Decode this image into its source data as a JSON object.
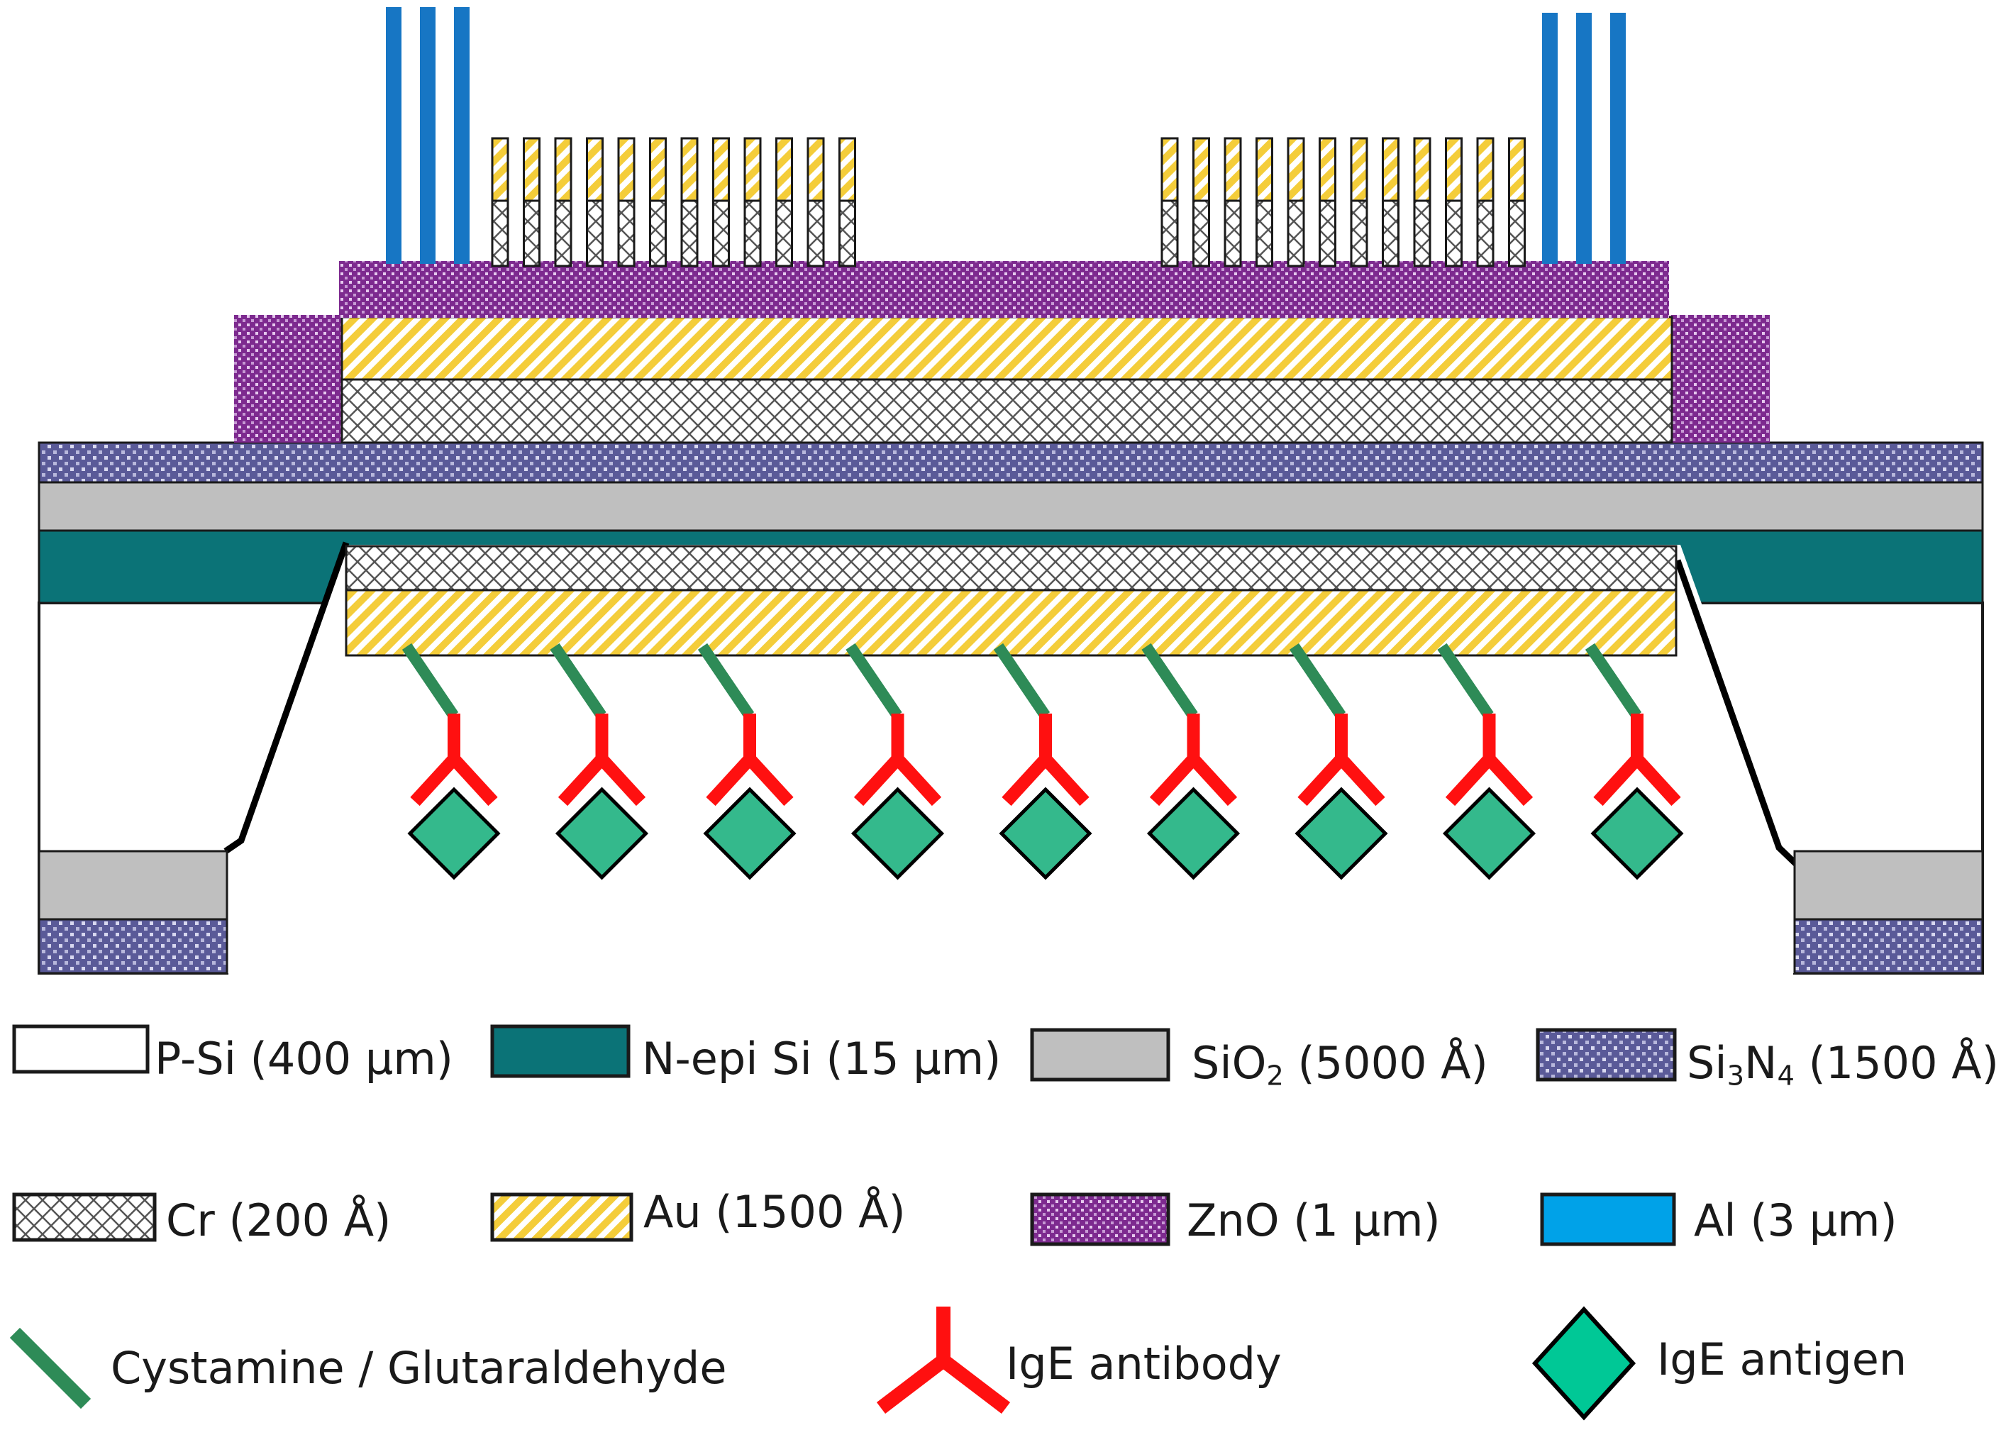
{
  "colors": {
    "p_si": "#ffffff",
    "n_epi_si": "#0b7377",
    "sio2": "#bfbfbf",
    "si3n4": "#5a5a98",
    "cr": "#ffffff",
    "au": "#f4cd3a",
    "zno": "#7d2a8f",
    "al": "#1776c4",
    "al_legend": "#00a2e8",
    "cystamine": "#2e8b57",
    "antibody": "#ff1010",
    "antigen": "#34b98c",
    "antigen_legend": "#00c896",
    "outline": "#1a1a1a"
  },
  "legend": {
    "p_si": {
      "pre": "P-Si (400 µm)",
      "sub1": "",
      "mid": "",
      "sub2": "",
      "post": ""
    },
    "n_epi": {
      "pre": "N-epi Si (15 µm)",
      "sub1": "",
      "mid": "",
      "sub2": "",
      "post": ""
    },
    "sio2": {
      "pre": "SiO",
      "sub1": "2",
      "mid": " (5000 Å)",
      "sub2": "",
      "post": ""
    },
    "si3n4": {
      "pre": "Si",
      "sub1": "3",
      "mid": "N",
      "sub2": "4",
      "post": " (1500 Å)"
    },
    "cr": {
      "pre": "Cr (200 Å)",
      "sub1": "",
      "mid": "",
      "sub2": "",
      "post": ""
    },
    "au": {
      "pre": "Au (1500 Å)",
      "sub1": "",
      "mid": "",
      "sub2": "",
      "post": ""
    },
    "zno": {
      "pre": "ZnO (1 µm)",
      "sub1": "",
      "mid": "",
      "sub2": "",
      "post": ""
    },
    "al": {
      "pre": "Al (3 µm)",
      "sub1": "",
      "mid": "",
      "sub2": "",
      "post": ""
    },
    "cystamine": {
      "pre": "Cystamine / Glutaraldehyde",
      "sub1": "",
      "mid": "",
      "sub2": "",
      "post": ""
    },
    "antibody": {
      "pre": "IgE antibody",
      "sub1": "",
      "mid": "",
      "sub2": "",
      "post": ""
    },
    "antigen": {
      "pre": "IgE antigen",
      "sub1": "",
      "mid": "",
      "sub2": "",
      "post": ""
    }
  },
  "idt_fingers_per_side": 12,
  "al_lines_per_contact": 3,
  "receptor_count": 9
}
